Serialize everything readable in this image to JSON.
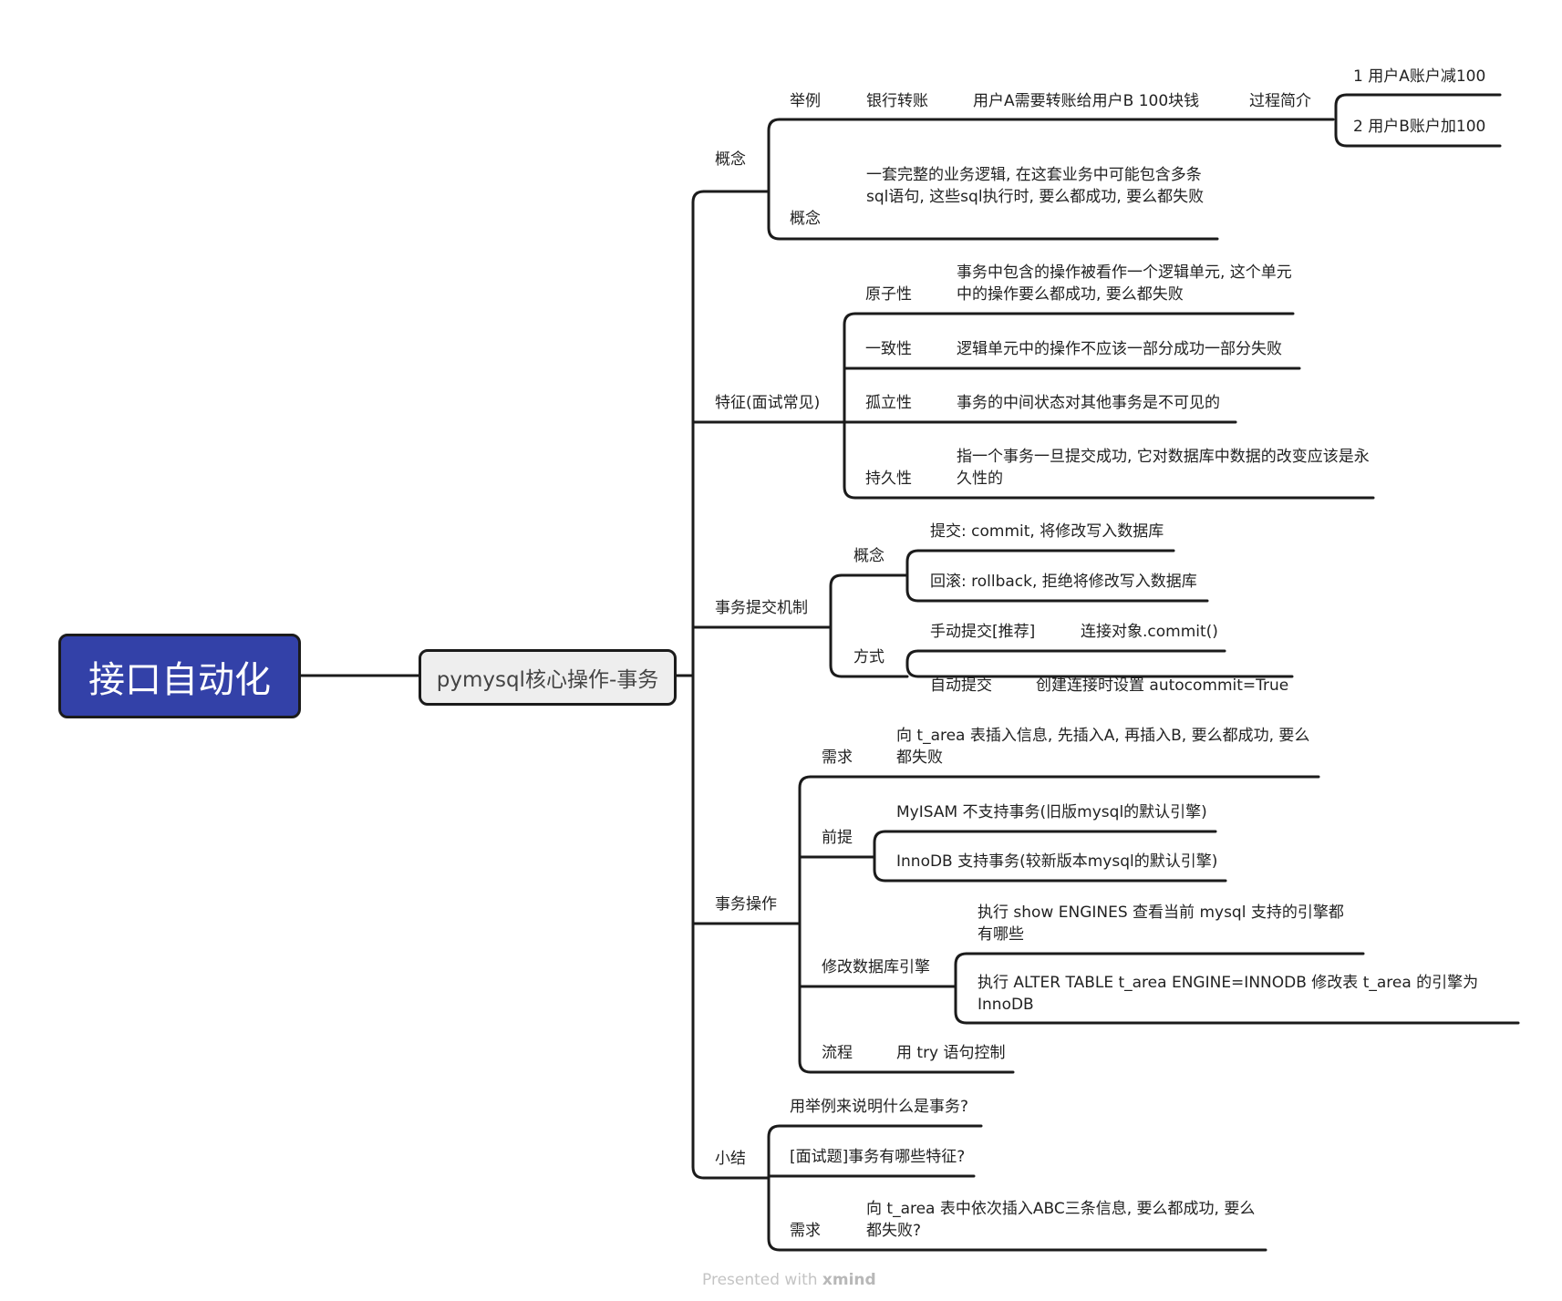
{
  "root": {
    "label": "接口自动化"
  },
  "main": {
    "label": "pymysql核心操作-事务"
  },
  "concept": {
    "label": "概念",
    "example": {
      "label": "举例",
      "bank": "银行转账",
      "desc": "用户A需要转账给用户B 100块钱",
      "process": "过程简介",
      "step1": "1 用户A账户减100",
      "step2": "2 用户B账户加100"
    },
    "definition": {
      "label": "概念",
      "text": "一套完整的业务逻辑, 在这套业务中可能包含多条sql语句, 这些sql执行时, 要么都成功, 要么都失败"
    }
  },
  "features": {
    "label": "特征(面试常见)",
    "atomicity": {
      "label": "原子性",
      "text": "事务中包含的操作被看作一个逻辑单元, 这个单元中的操作要么都成功, 要么都失败"
    },
    "consistency": {
      "label": "一致性",
      "text": "逻辑单元中的操作不应该一部分成功一部分失败"
    },
    "isolation": {
      "label": "孤立性",
      "text": "事务的中间状态对其他事务是不可见的"
    },
    "durability": {
      "label": "持久性",
      "text": "指一个事务一旦提交成功, 它对数据库中数据的改变应该是永久性的"
    }
  },
  "commit_mechanism": {
    "label": "事务提交机制",
    "concept": {
      "label": "概念",
      "commit": "提交: commit, 将修改写入数据库",
      "rollback": "回滚: rollback, 拒绝将修改写入数据库"
    },
    "mode": {
      "label": "方式",
      "manual": "手动提交[推荐]",
      "manual_detail": "连接对象.commit()",
      "auto": "自动提交",
      "auto_detail": "创建连接时设置 autocommit=True"
    }
  },
  "operations": {
    "label": "事务操作",
    "requirement": {
      "label": "需求",
      "text": "向 t_area 表插入信息, 先插入A, 再插入B, 要么都成功, 要么都失败"
    },
    "premise": {
      "label": "前提",
      "myisam": "MyISAM 不支持事务(旧版mysql的默认引擎)",
      "innodb": "InnoDB 支持事务(较新版本mysql的默认引擎)"
    },
    "engine": {
      "label": "修改数据库引擎",
      "show": "执行 show ENGINES 查看当前 mysql 支持的引擎都有哪些",
      "alter": "执行 ALTER TABLE t_area ENGINE=INNODB 修改表 t_area 的引擎为InnoDB"
    },
    "flow": {
      "label": "流程",
      "text": "用 try 语句控制"
    }
  },
  "summary": {
    "label": "小结",
    "q1": "用举例来说明什么是事务?",
    "q2": "[面试题]事务有哪些特征?",
    "requirement": {
      "label": "需求",
      "text": "向 t_area 表中依次插入ABC三条信息, 要么都成功, 要么都失败?"
    }
  },
  "footer": {
    "presented": "Presented with",
    "brand": "xmind"
  },
  "colors": {
    "root_fill": "#3341a8",
    "main_fill": "#eeeeee",
    "line": "#1b1b1b"
  }
}
